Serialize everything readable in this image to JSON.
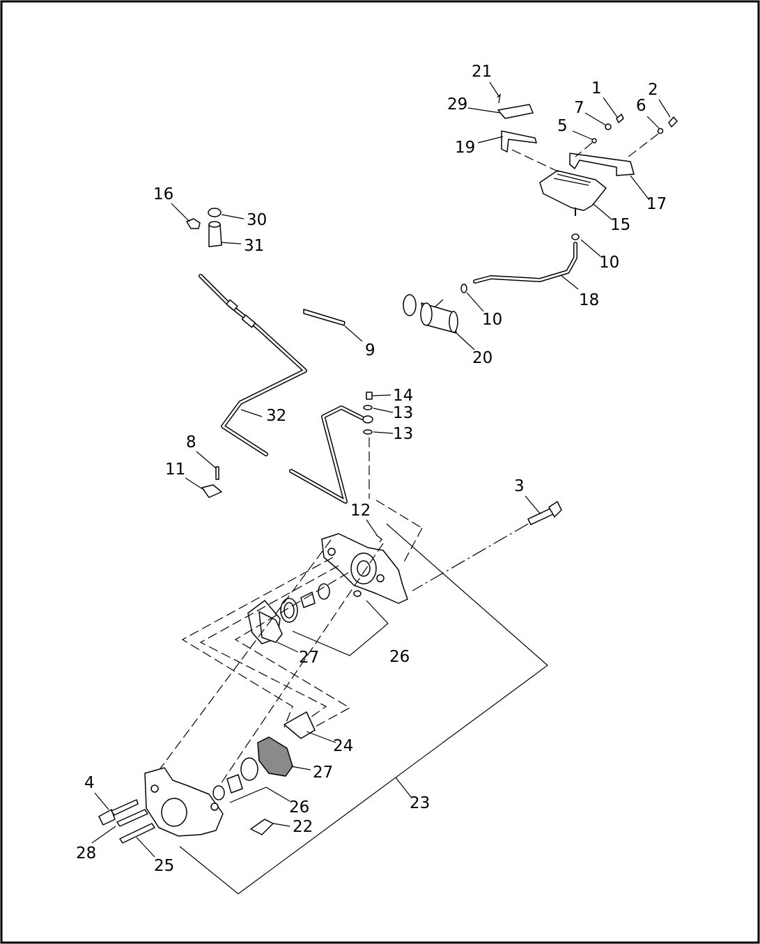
{
  "diagram": {
    "callouts": [
      "1",
      "2",
      "3",
      "4",
      "5",
      "6",
      "7",
      "8",
      "9",
      "10",
      "10",
      "11",
      "12",
      "13",
      "13",
      "14",
      "15",
      "16",
      "17",
      "18",
      "19",
      "20",
      "21",
      "22",
      "23",
      "24",
      "25",
      "26",
      "26",
      "27",
      "27",
      "28",
      "29",
      "30",
      "31",
      "32"
    ]
  }
}
